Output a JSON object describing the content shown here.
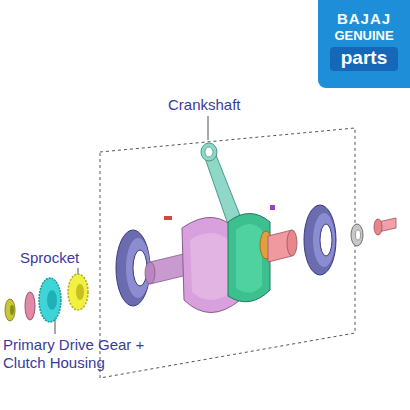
{
  "diagram": {
    "nodes": [
      {
        "text": [
          "BAJAJ",
          "GENUINE",
          "parts"
        ]
      }
    ],
    "labels": [
      "Crankshaft",
      "Sprocket",
      "Primary Drive Gear + Clutch Housing"
    ]
  }
}
